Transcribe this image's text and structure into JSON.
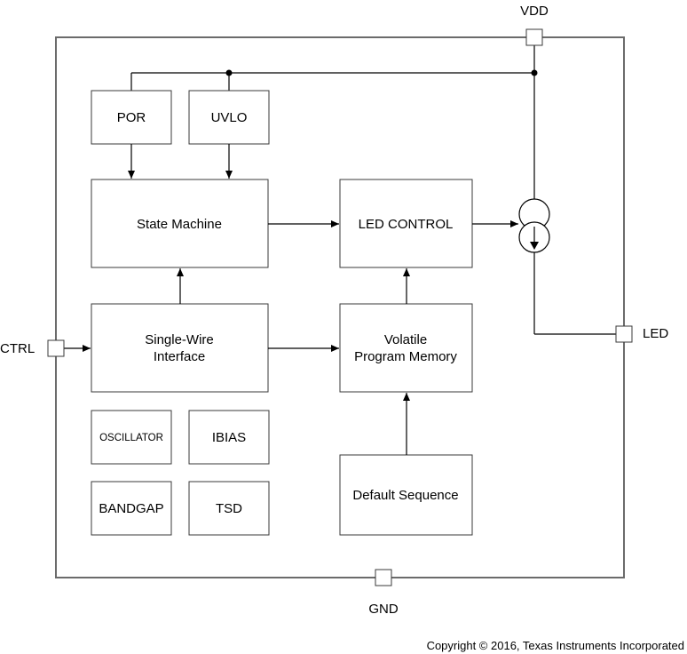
{
  "pins": {
    "vdd": "VDD",
    "ctrl": "CTRL",
    "led": "LED",
    "gnd": "GND"
  },
  "blocks": {
    "por": "POR",
    "uvlo": "UVLO",
    "state_machine": "State Machine",
    "led_control": "LED CONTROL",
    "single_wire_1": "Single-Wire",
    "single_wire_2": "Interface",
    "volatile_1": "Volatile",
    "volatile_2": "Program Memory",
    "oscillator": "OSCILLATOR",
    "ibias": "IBIAS",
    "bandgap": "BANDGAP",
    "tsd": "TSD",
    "default_sequence": "Default Sequence"
  },
  "copyright": "Copyright © 2016, Texas Instruments Incorporated"
}
